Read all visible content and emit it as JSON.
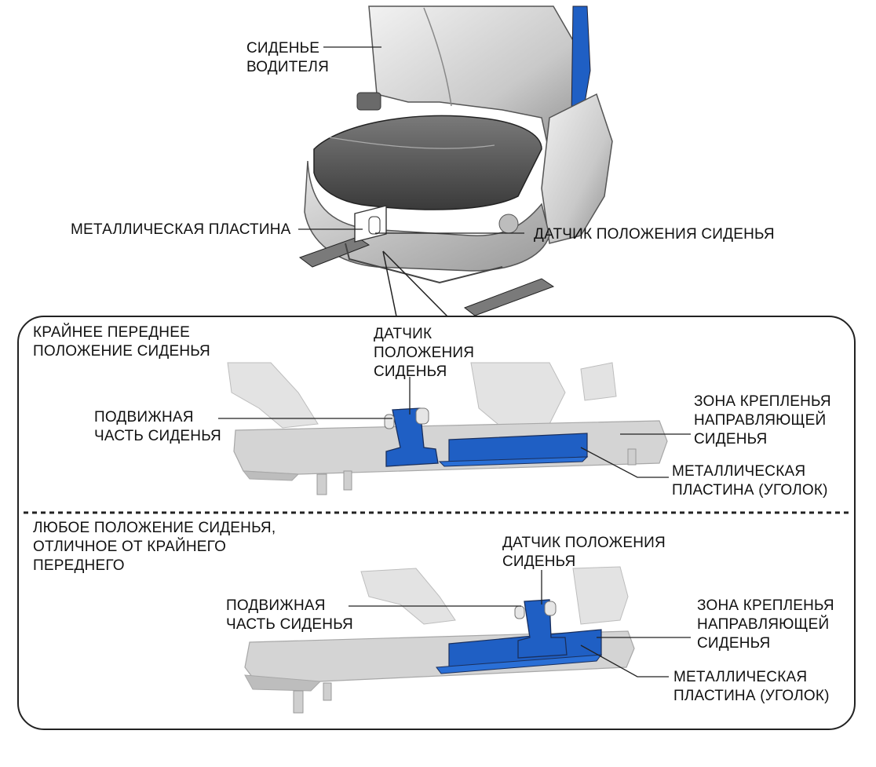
{
  "colors": {
    "accent": "#1f5fc4",
    "part_gray": "#d4d4d4",
    "line": "#222222"
  },
  "top": {
    "seat_label": "СИДЕНЬЕ\nВОДИТЕЛЯ",
    "plate_label": "МЕТАЛЛИЧЕСКАЯ ПЛАСТИНА",
    "sensor_label": "ДАТЧИК ПОЛОЖЕНИЯ СИДЕНЬЯ"
  },
  "panel_front": {
    "title": "КРАЙНЕЕ ПЕРЕДНЕЕ\nПОЛОЖЕНИЕ СИДЕНЬЯ",
    "sensor_label": "ДАТЧИК\nПОЛОЖЕНИЯ\nСИДЕНЬЯ",
    "moving_label": "ПОДВИЖНАЯ\nЧАСТЬ СИДЕНЬЯ",
    "mount_label": "ЗОНА КРЕПЛЕНЬЯ\nНАПРАВЛЯЮЩЕЙ\nСИДЕНЬЯ",
    "plate_label": "МЕТАЛЛИЧЕСКАЯ\nПЛАСТИНА (УГОЛОК)"
  },
  "panel_other": {
    "title": "ЛЮБОЕ ПОЛОЖЕНИЕ СИДЕНЬЯ,\nОТЛИЧНОЕ ОТ КРАЙНЕГО\nПЕРЕДНЕГО",
    "sensor_label": "ДАТЧИК ПОЛОЖЕНИЯ\nСИДЕНЬЯ",
    "moving_label": "ПОДВИЖНАЯ\nЧАСТЬ СИДЕНЬЯ",
    "mount_label": "ЗОНА КРЕПЛЕНЬЯ\nНАПРАВЛЯЮЩЕЙ\nСИДЕНЬЯ",
    "plate_label": "МЕТАЛЛИЧЕСКАЯ\nПЛАСТИНА (УГОЛОК)"
  }
}
